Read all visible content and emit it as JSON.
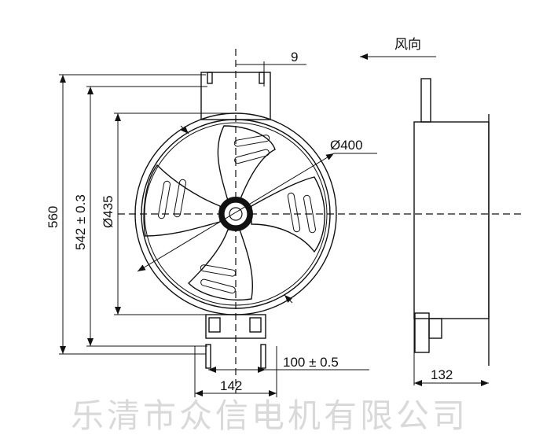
{
  "labels": {
    "wind_direction": "风向",
    "dim_9": "9",
    "dim_400": "Ø400",
    "dim_560": "560",
    "dim_542": "542 ± 0.3",
    "dim_435": "Ø435",
    "dim_100": "100 ± 0.5",
    "dim_142": "142",
    "dim_132": "132"
  },
  "watermark": "乐清市众信电机有限公司"
}
